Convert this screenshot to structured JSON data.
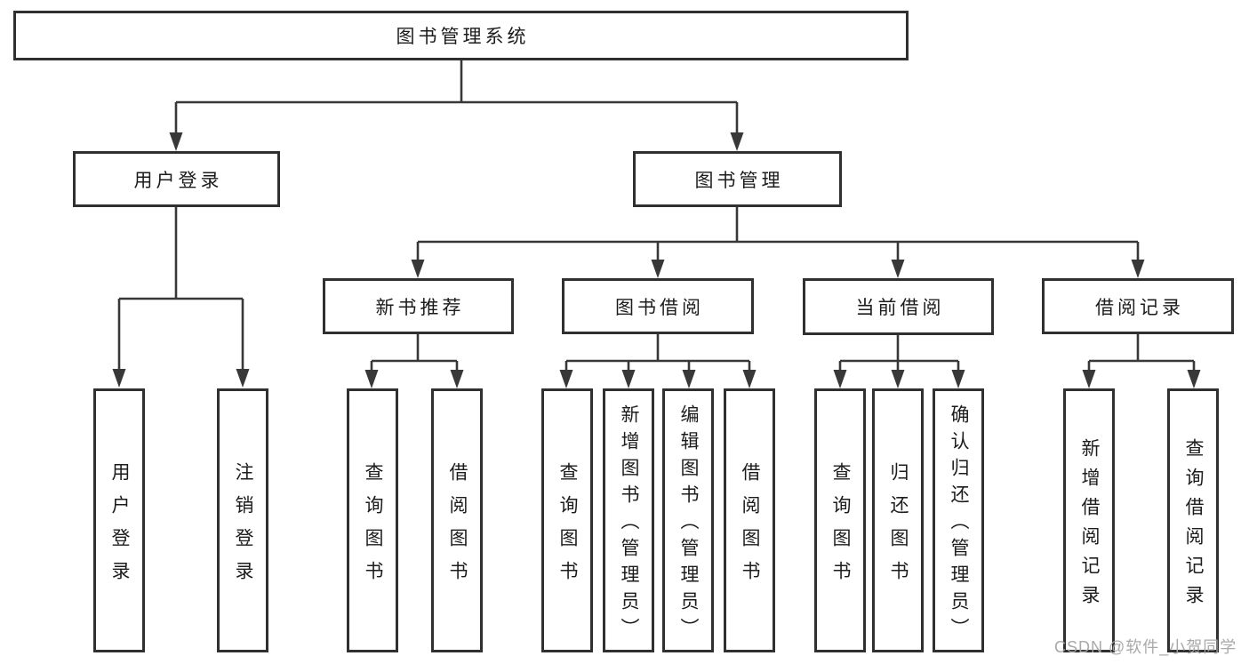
{
  "diagram_title": "图书管理系统",
  "tree": {
    "label": "图书管理系统",
    "children": [
      {
        "label": "用户登录",
        "children": [
          {
            "label": "用户登录"
          },
          {
            "label": "注销登录"
          }
        ]
      },
      {
        "label": "图书管理",
        "children": [
          {
            "label": "新书推荐",
            "children": [
              {
                "label": "查询图书"
              },
              {
                "label": "借阅图书"
              }
            ]
          },
          {
            "label": "图书借阅",
            "children": [
              {
                "label": "查询图书"
              },
              {
                "label": "新增图书（管理员）"
              },
              {
                "label": "编辑图书（管理员）"
              },
              {
                "label": "借阅图书"
              }
            ]
          },
          {
            "label": "当前借阅",
            "children": [
              {
                "label": "查询图书"
              },
              {
                "label": "归还图书"
              },
              {
                "label": "确认归还（管理员）"
              }
            ]
          },
          {
            "label": "借阅记录",
            "children": [
              {
                "label": "新增借阅记录"
              },
              {
                "label": "查询借阅记录"
              }
            ]
          }
        ]
      }
    ]
  },
  "watermark": {
    "text": "CSDN @软件_小贺同学"
  },
  "colors": {
    "line": "#383838",
    "box_border": "#303030",
    "text": "#1c1c1c",
    "watermark": "#a4a4a4",
    "background": "#ffffff"
  }
}
